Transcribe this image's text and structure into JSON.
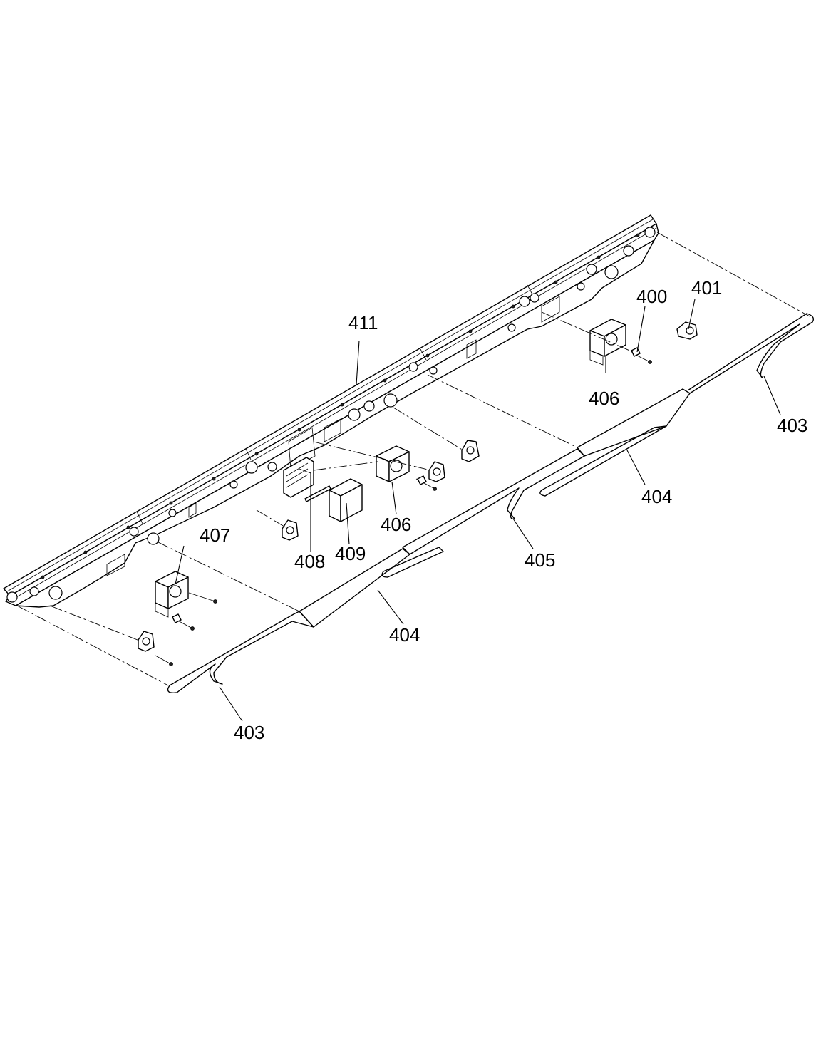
{
  "callouts": {
    "c400": "400",
    "c401": "401",
    "c403_right": "403",
    "c403_left": "403",
    "c404_right": "404",
    "c404_left": "404",
    "c405": "405",
    "c406_right": "406",
    "c406_center": "406",
    "c407": "407",
    "c408": "408",
    "c409": "409",
    "c411": "411"
  }
}
